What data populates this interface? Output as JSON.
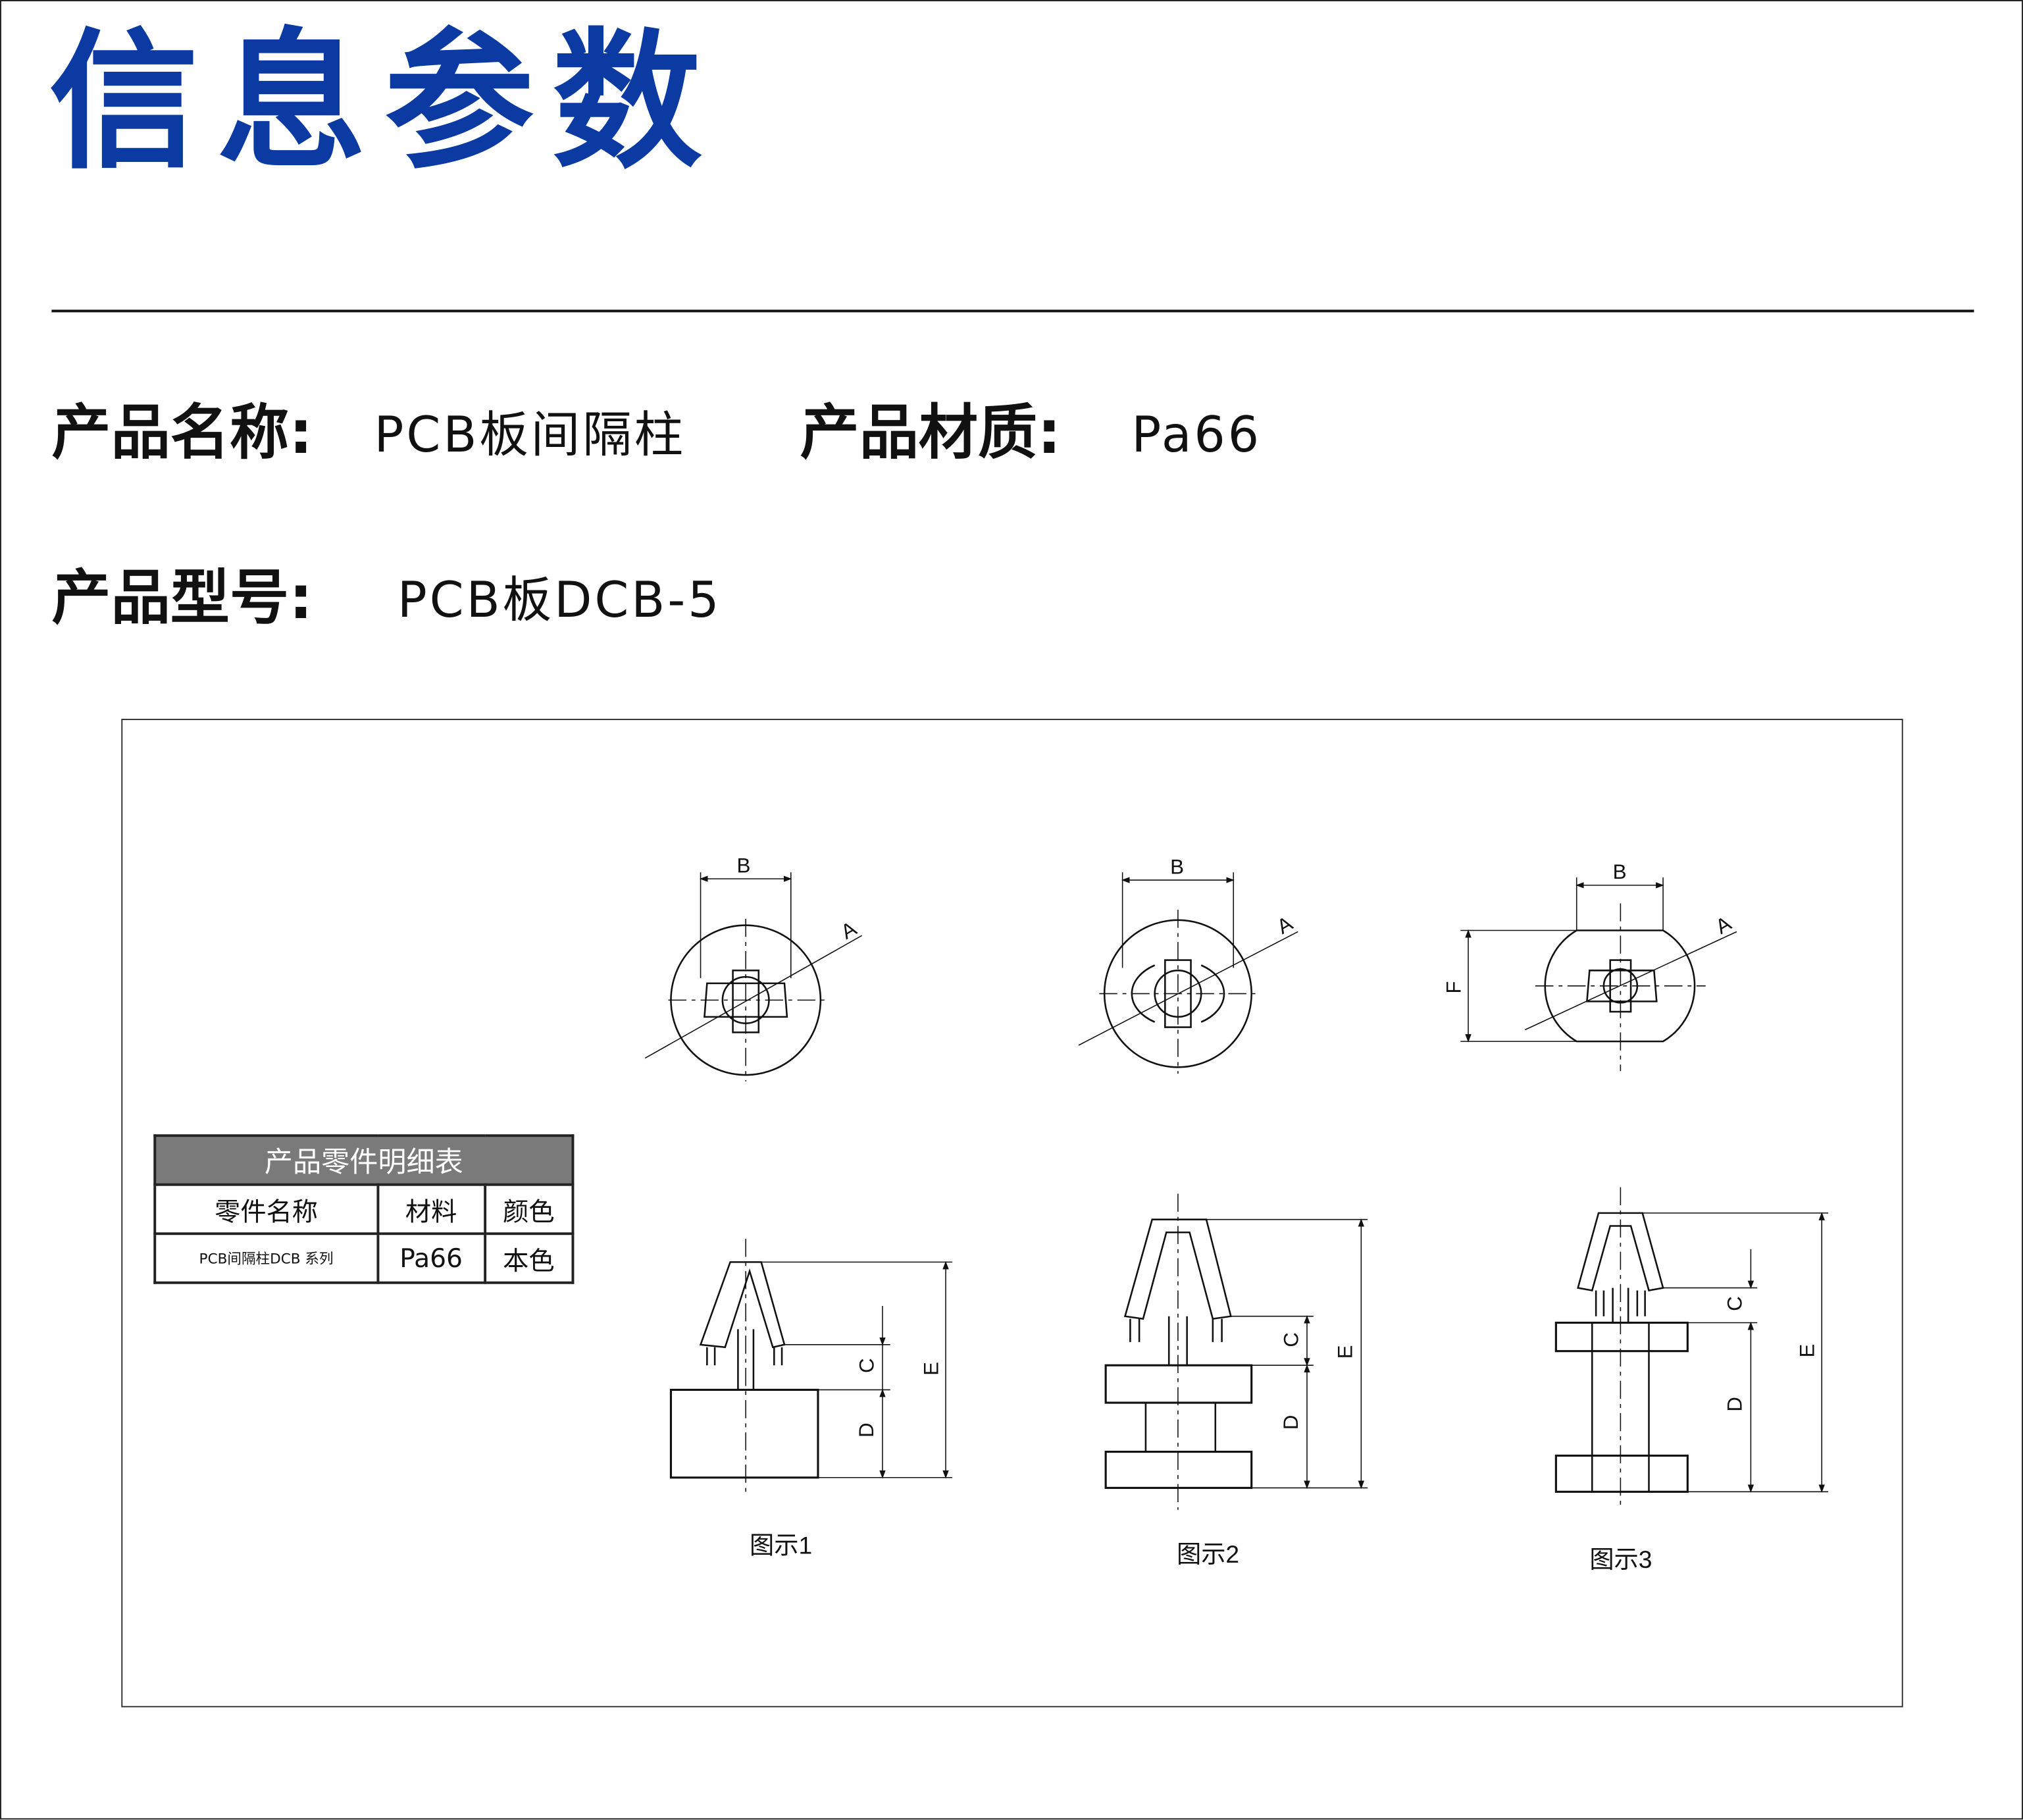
{
  "title": "信息参数",
  "info": {
    "name_label": "产品名称:",
    "name_value": "PCB板间隔柱",
    "material_label": "产品材质:",
    "material_value": "Pa66",
    "model_label": "产品型号:",
    "model_value": "PCB板DCB-5"
  },
  "parts_table": {
    "title": "产品零件明细表",
    "headers": [
      "零件名称",
      "材料",
      "颜色"
    ],
    "rows": [
      [
        "PCB间隔柱DCB 系列",
        "Pa66",
        "本色"
      ]
    ]
  },
  "figures": [
    {
      "caption": "图示1",
      "dims": {
        "A": "A",
        "B": "B",
        "C": "C",
        "D": "D",
        "E": "E"
      }
    },
    {
      "caption": "图示2",
      "dims": {
        "A": "A",
        "B": "B",
        "C": "C",
        "D": "D",
        "E": "E"
      }
    },
    {
      "caption": "图示3",
      "dims": {
        "A": "A",
        "B": "B",
        "C": "C",
        "D": "D",
        "E": "E",
        "F": "F"
      }
    }
  ]
}
